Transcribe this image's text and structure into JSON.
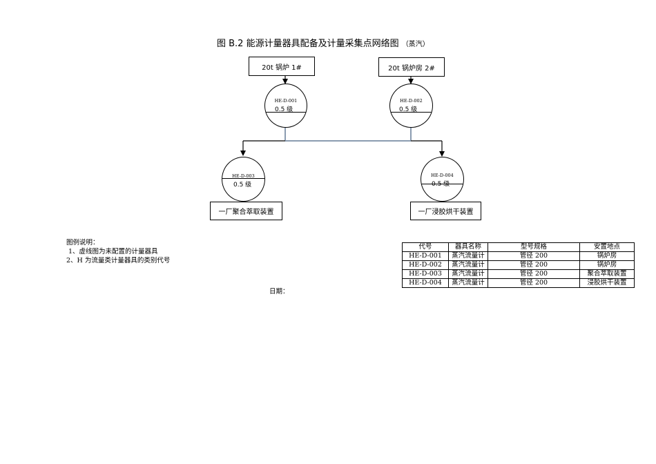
{
  "title": {
    "main": "图 B.2  能源计量器具配备及计量采集点网络图",
    "sub": "（蒸汽）"
  },
  "sources": [
    {
      "label": "20t  锅炉 1#"
    },
    {
      "label": "20t  锅炉房 2#"
    }
  ],
  "meters": [
    {
      "code": "HE-D-001",
      "grade": "0.5  级"
    },
    {
      "code": "HE-D-002",
      "grade": "0.5  级"
    },
    {
      "code": "HE-D-003",
      "grade": "0.5  级"
    },
    {
      "code": "HE-D-004",
      "grade": "0.5  级"
    }
  ],
  "destinations": [
    {
      "label": "一厂聚合萃取装置"
    },
    {
      "label": "一厂浸胶烘干装置"
    }
  ],
  "legend": {
    "heading": "图例说明：",
    "items": [
      "1、虚线图为未配置的计量器具",
      "2、H 为流量类计量器具的类别代号"
    ]
  },
  "date_label": "日期：",
  "table": {
    "headers": [
      "代号",
      "器具名称",
      "型号规格",
      "安置地点"
    ],
    "rows": [
      [
        "HE-D-001",
        "蒸汽流量计",
        "管径  200",
        "锅炉房"
      ],
      [
        "HE-D-002",
        "蒸汽流量计",
        "管径  200",
        "锅炉房"
      ],
      [
        "HE-D-003",
        "蒸汽流量计",
        "管径  200",
        "聚合萃取装置"
      ],
      [
        "HE-D-004",
        "蒸汽流量计",
        "管径  200",
        "浸胶烘干装置"
      ]
    ]
  },
  "colors": {
    "line": "#000000",
    "pipe": "#8a9bb0"
  }
}
